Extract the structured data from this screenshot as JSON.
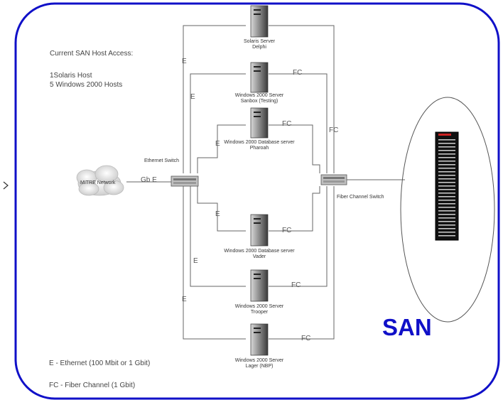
{
  "info": {
    "title": "Current SAN Host Access:",
    "line1": "1Solaris Host",
    "line2": "5 Windows 2000 Hosts"
  },
  "network": {
    "mitre": "MITRE Network",
    "gbe": "Gb E",
    "ethernet_switch": "Ethernet Switch",
    "fiber_switch": "Fiber Channel Switch"
  },
  "servers": [
    {
      "name": "Solaris Server",
      "sub": "Delphi"
    },
    {
      "name": "Windows 2000 Server",
      "sub": "Sanbox (Testing)"
    },
    {
      "name": "Windows 2000 Database server",
      "sub": "Pharoah"
    },
    {
      "name": "Windows 2000 Database server",
      "sub": "Vader"
    },
    {
      "name": "Windows 2000 Server",
      "sub": "Trooper"
    },
    {
      "name": "Windows 2000 Server",
      "sub": "Lager (NBP)"
    }
  ],
  "links": {
    "e": "E",
    "fc": "FC"
  },
  "legend": {
    "ethernet": "E - Ethernet (100 Mbit or 1 Gbit)",
    "fiber": "FC - Fiber Channel (1 Gbit)"
  },
  "san_label": "SAN",
  "colors": {
    "border": "#1010c8",
    "san_text": "#1010c8",
    "lines": "#666666"
  }
}
